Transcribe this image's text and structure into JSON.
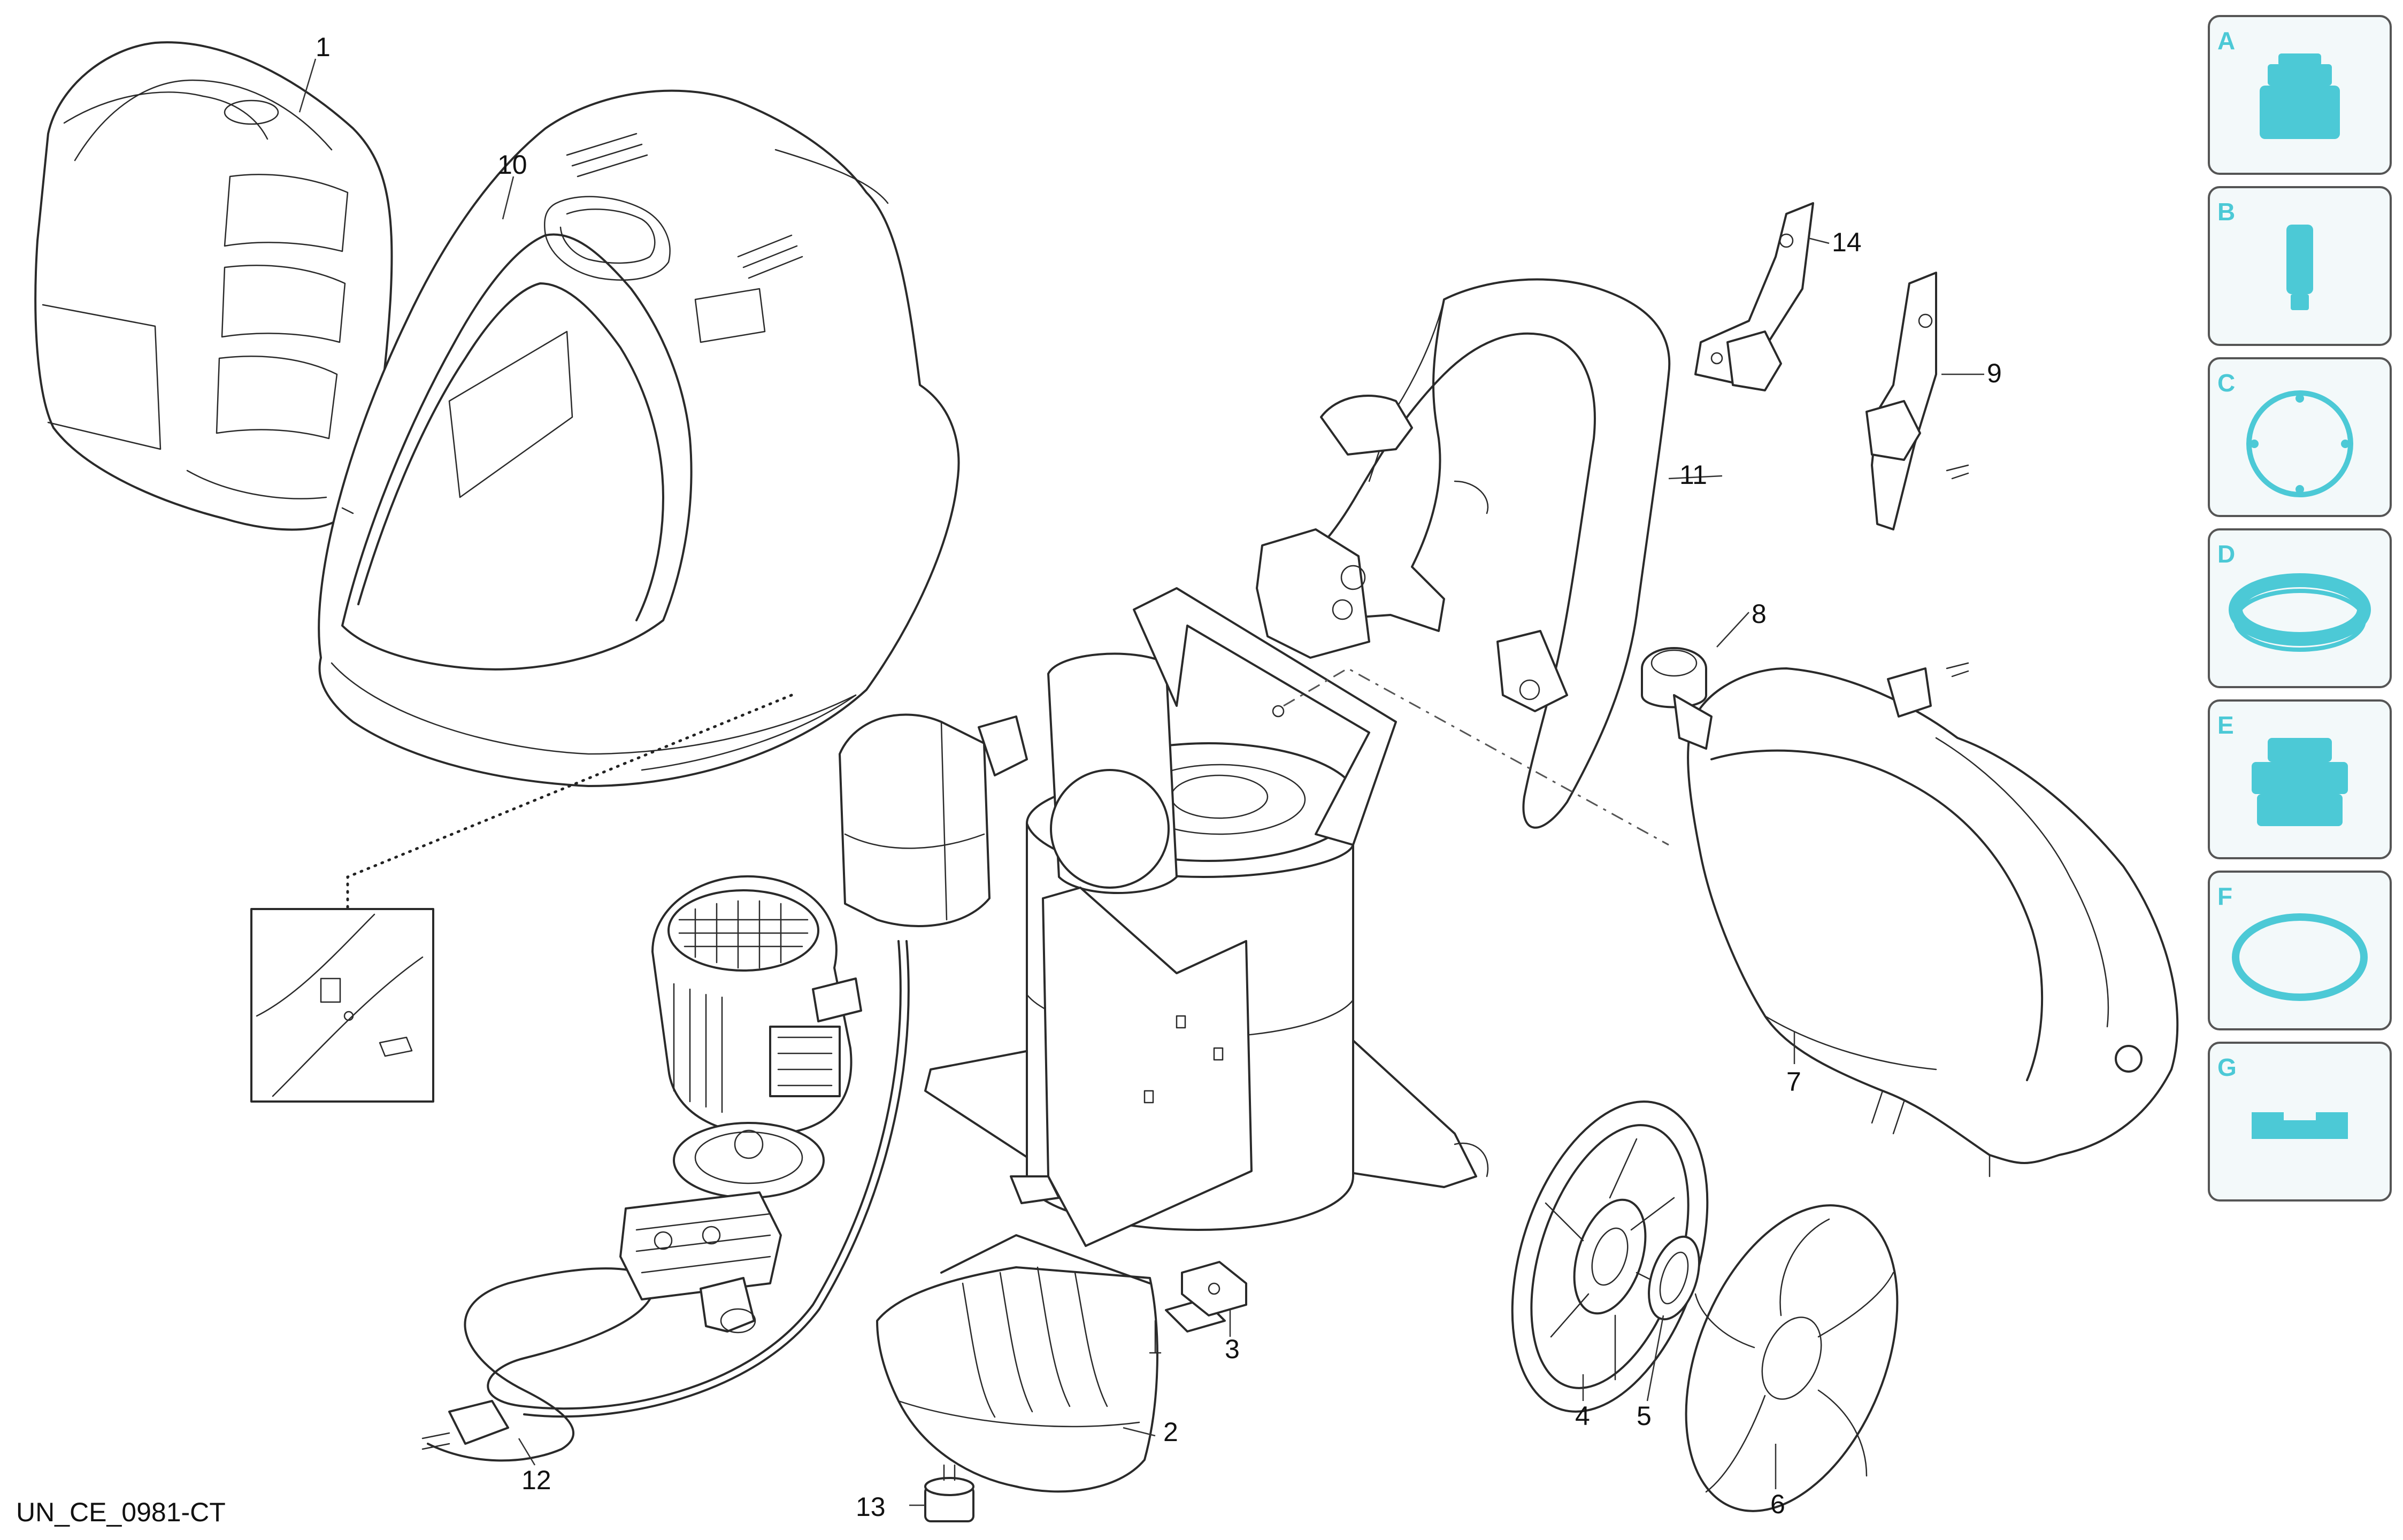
{
  "drawing_id": "UN_CE_0981-CT",
  "colors": {
    "line": "#2a2a2a",
    "kit_accent": "#4cc9d6",
    "kit_panel_bg": "#f3f9fa",
    "kit_panel_border": "#555555"
  },
  "parts": [
    {
      "number": "1"
    },
    {
      "number": "2"
    },
    {
      "number": "3"
    },
    {
      "number": "4"
    },
    {
      "number": "5"
    },
    {
      "number": "6"
    },
    {
      "number": "7"
    },
    {
      "number": "8"
    },
    {
      "number": "9"
    },
    {
      "number": "10"
    },
    {
      "number": "11"
    },
    {
      "number": "12"
    },
    {
      "number": "13"
    },
    {
      "number": "14"
    }
  ],
  "kits": [
    {
      "letter": "A",
      "icon": "pump-head-icon"
    },
    {
      "letter": "B",
      "icon": "piston-icon"
    },
    {
      "letter": "C",
      "icon": "gasket-ring-icon"
    },
    {
      "letter": "D",
      "icon": "seal-ring-icon"
    },
    {
      "letter": "E",
      "icon": "valve-stack-icon"
    },
    {
      "letter": "F",
      "icon": "o-ring-icon"
    },
    {
      "letter": "G",
      "icon": "flat-seal-icon"
    }
  ]
}
